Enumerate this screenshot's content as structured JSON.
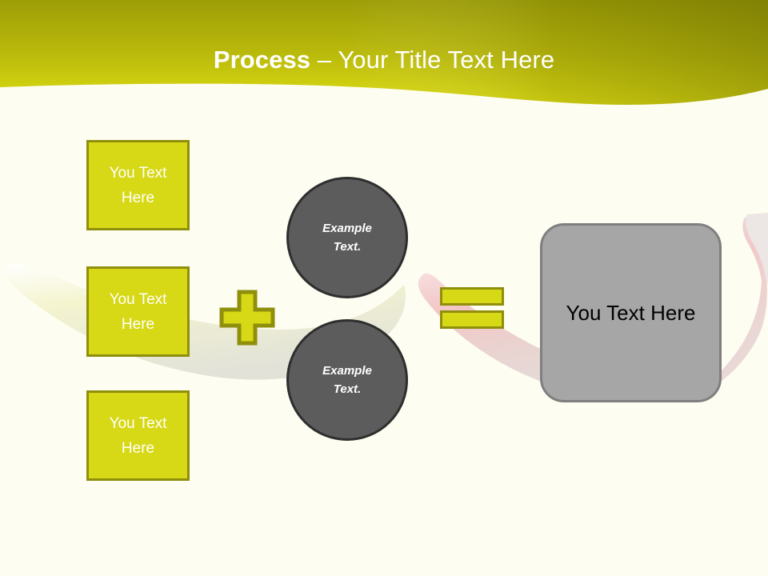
{
  "slide": {
    "background_color": "#fdfdf1",
    "accent_color": "#d7d816",
    "accent_dark_color": "#8f8f0d",
    "header_gradient_top": "#9d9d07",
    "header_gradient_bottom": "#d9d911",
    "dark_shape_color": "#5c5c5c",
    "gray_shape_color": "#a6a6a6"
  },
  "header": {
    "title_strong": "Process",
    "title_rest": " – Your Title Text Here",
    "title_full": "Process – Your Title Text Here"
  },
  "inputs": {
    "boxes": [
      {
        "label": "You Text Here"
      },
      {
        "label": "You Text Here"
      },
      {
        "label": "You Text Here"
      }
    ]
  },
  "operators": {
    "plus": "+",
    "equals": "="
  },
  "middle": {
    "circles": [
      {
        "label": "Example Text."
      },
      {
        "label": "Example Text."
      }
    ]
  },
  "result": {
    "label": "You Text Here"
  },
  "decoration": {
    "banana_left_color": "#f2f2cc",
    "banana_right_color": "#f0c9c9"
  }
}
